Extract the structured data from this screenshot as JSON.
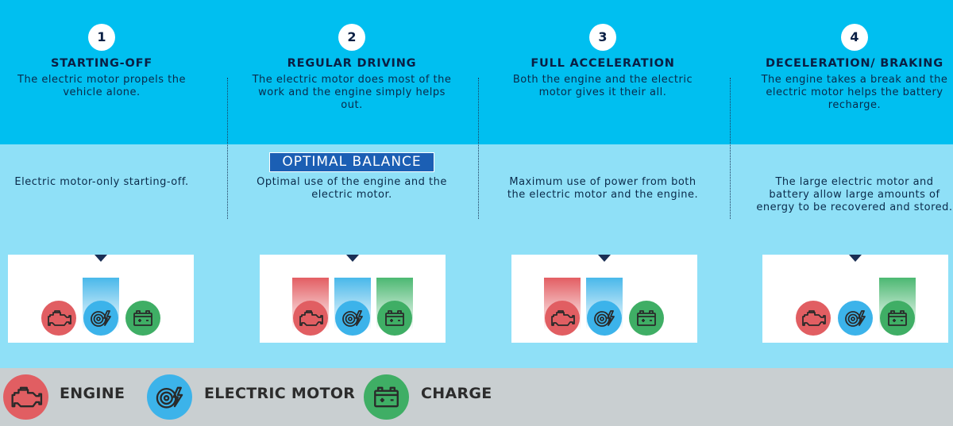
{
  "columns": [
    {
      "number": "1",
      "title": "STARTING-OFF",
      "description": "The electric motor propels the vehicle alone.",
      "badge": "",
      "sub": "Electric motor-only starting-off.",
      "active": {
        "engine": false,
        "motor": true,
        "charge": false
      }
    },
    {
      "number": "2",
      "title": "REGULAR DRIVING",
      "description": "The electric motor does most of the work and the engine simply helps out.",
      "badge": "OPTIMAL BALANCE",
      "sub": "Optimal use of the engine and the electric motor.",
      "active": {
        "engine": true,
        "motor": true,
        "charge": true
      }
    },
    {
      "number": "3",
      "title": "FULL ACCELERATION",
      "description": "Both the engine and the electric motor gives it their all.",
      "badge": "",
      "sub": "Maximum use of power from both the electric motor and the engine.",
      "active": {
        "engine": true,
        "motor": true,
        "charge": false
      }
    },
    {
      "number": "4",
      "title": "DECELERATION/ BRAKING",
      "description": "The engine takes a break and the electric motor helps the battery recharge.",
      "badge": "",
      "sub": "The large electric motor and battery allow large amounts of energy to be recovered and stored.",
      "active": {
        "engine": false,
        "motor": false,
        "charge": true
      }
    }
  ],
  "legend": {
    "engine": "ENGINE",
    "motor": "ELECTRIC MOTOR",
    "charge": "CHARGE"
  },
  "icons": {
    "engine": "engine-icon",
    "motor": "electric-motor-icon",
    "charge": "battery-icon"
  },
  "colors": {
    "top_band": "#00bff0",
    "mid_band": "#8fe0f7",
    "legend_band": "#c9cfd1",
    "engine": "#e15e62",
    "motor": "#3cb3ea",
    "charge": "#3fae65",
    "badge": "#1b5fb4",
    "text_dark": "#0a1f44"
  }
}
